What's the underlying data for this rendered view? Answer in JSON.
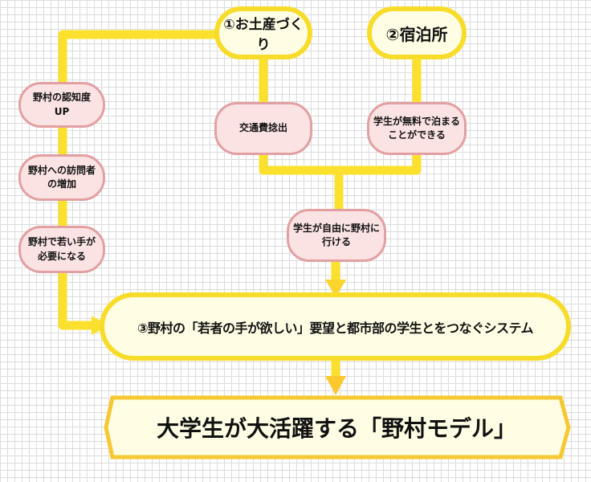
{
  "nodes": {
    "souvenir": "①お土産づくり",
    "lodging": "②宿泊所",
    "awareness": "野村の認知度\nUP",
    "visitors": "野村への訪問者\nの増加",
    "young_hands": "野村で若い手が\n必要になる",
    "travel_cost": "交通費捻出",
    "free_stay": "学生が無料で泊まる\nことができる",
    "free_visit": "学生が自由に野村に\n行ける",
    "system": "③野村の「若者の手が欲しい」要望と都市部の学生とをつなぐシステム",
    "result": "大学生が大活躍する「野村モデル」"
  },
  "colors": {
    "connector": "#fbe12e",
    "main_border": "#f7dc2a",
    "main_fill": "#fffde3",
    "sub_border": "#e2a0a2",
    "sub_fill": "#fbe3e4"
  }
}
